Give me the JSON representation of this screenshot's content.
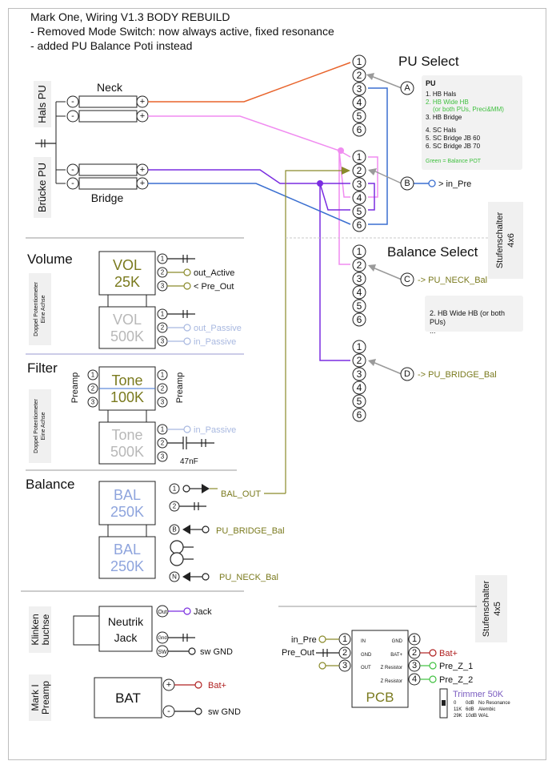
{
  "title": {
    "line1": "Mark One, Wiring V1.3 BODY REBUILD",
    "line2": "- Removed Mode Switch: now always active, fixed resonance",
    "line3": "- added PU Balance Poti instead"
  },
  "pickups": {
    "hals_label": "Hals PU",
    "bruecke_label": "Brücke PU",
    "neck_label": "Neck",
    "bridge_label": "Bridge",
    "minus": "-",
    "plus": "+"
  },
  "pu_select": {
    "title": "PU Select",
    "pins": [
      "1",
      "2",
      "3",
      "4",
      "5",
      "6"
    ],
    "tap_a": "A",
    "tap_b": "B",
    "out_label": "> in_Pre"
  },
  "pu_note": {
    "heading": "PU",
    "line1": "1. HB Hals",
    "line2": "2. HB Wide HB",
    "line3": "(or both PUs, Preci&MM)",
    "line4": "3. HB Bridge",
    "line5": "4. SC Hals",
    "line6": "5. SC Bridge JB 60",
    "line7": "6. SC Bridge JB 70",
    "line8": "Green = Balance POT"
  },
  "stufenschalter_top": {
    "line1": "Stufenschalter",
    "line2": "4x6"
  },
  "balance_select": {
    "title": "Balance Select",
    "pins": [
      "1",
      "2",
      "3",
      "4",
      "5",
      "6"
    ],
    "tap_c": "C",
    "tap_d": "D",
    "neck_out": "-> PU_NECK_Bal",
    "bridge_out": "-> PU_BRIDGE_Bal"
  },
  "balance_note": {
    "line1": "2. HB Wide HB (or both",
    "line2": "PUs)",
    "line3": "..."
  },
  "volume": {
    "title": "Volume",
    "side": "Doppel Potentiometer",
    "side2": "Eine Achse",
    "pot1_name": "VOL",
    "pot1_value": "25K",
    "pot2_name": "VOL",
    "pot2_value": "500K",
    "pins": [
      "1",
      "2",
      "3"
    ],
    "out_active": "out_Active",
    "pre_out": "< Pre_Out",
    "out_passive": "out_Passive",
    "in_passive": "in_Passive"
  },
  "filter": {
    "title": "Filter",
    "side": "Doppel Potentiometer",
    "side2": "Eine Achse",
    "preamp_left": "Preamp",
    "preamp_right": "Preamp",
    "pot1_name": "Tone",
    "pot1_value": "100K",
    "pot2_name": "Tone",
    "pot2_value": "500K",
    "pins": [
      "1",
      "2",
      "3"
    ],
    "in_passive": "in_Passive",
    "cap": "47nF"
  },
  "balance": {
    "title": "Balance",
    "pot1_name": "BAL",
    "pot1_value": "250K",
    "pot2_name": "BAL",
    "pot2_value": "250K",
    "pin1": "1",
    "pin2": "2",
    "pin_b": "B",
    "pin_n": "N",
    "bal_out": "BAL_OUT",
    "pu_bridge_bal": "PU_BRIDGE_Bal",
    "pu_neck_bal": "PU_NECK_Bal"
  },
  "jack": {
    "side": "Klinken",
    "side2": "buchse",
    "name1": "Neutrik",
    "name2": "Jack",
    "pin_out": "Out",
    "pin_gnd": "Gnd",
    "pin_sw": "SW",
    "jack_label": "Jack",
    "sw_gnd": "sw GND"
  },
  "battery": {
    "side": "Mark I",
    "side2": "Preamp",
    "name": "BAT",
    "plus": "+",
    "minus": "-",
    "bat_plus": "Bat+",
    "sw_gnd": "sw GND"
  },
  "stufenschalter_bottom": {
    "line1": "Stufenschalter",
    "line2": "4x5"
  },
  "pcb": {
    "name": "PCB",
    "left_pins": [
      "1",
      "2",
      "3"
    ],
    "right_pins": [
      "1",
      "2",
      "3",
      "4"
    ],
    "left_labels": [
      "IN",
      "GND",
      "OUT"
    ],
    "right_labels": [
      "GND",
      "BAT+",
      "Z Resistor",
      "Z Resistor"
    ],
    "in_pre": "in_Pre",
    "pre_out": "Pre_Out",
    "bat_plus": "Bat+",
    "pre_z1": "Pre_Z_1",
    "pre_z2": "Pre_Z_2"
  },
  "trimmer": {
    "title": "Trimmer 50K",
    "rows": [
      {
        "r": "0",
        "db": "0dB",
        "desc": "No Resonance"
      },
      {
        "r": "11K",
        "db": "6dB",
        "desc": "Alembic"
      },
      {
        "r": "29K",
        "db": "10dB",
        "desc": "WAL"
      }
    ]
  },
  "colors": {
    "neck_wire": "#e8642c",
    "pink_wire": "#f08cf0",
    "purple_wire": "#7a2de0",
    "blue_wire": "#3a6fd0",
    "olive": "#8a8a2a",
    "olive_text": "#7a7a1e",
    "pale_text": "#a8b8e0",
    "green": "#40c040",
    "red": "#b02020",
    "bal_blue": "#8ea4dd",
    "trimmer": "#7a5cc0",
    "grey_wire": "#9a9a9a"
  }
}
